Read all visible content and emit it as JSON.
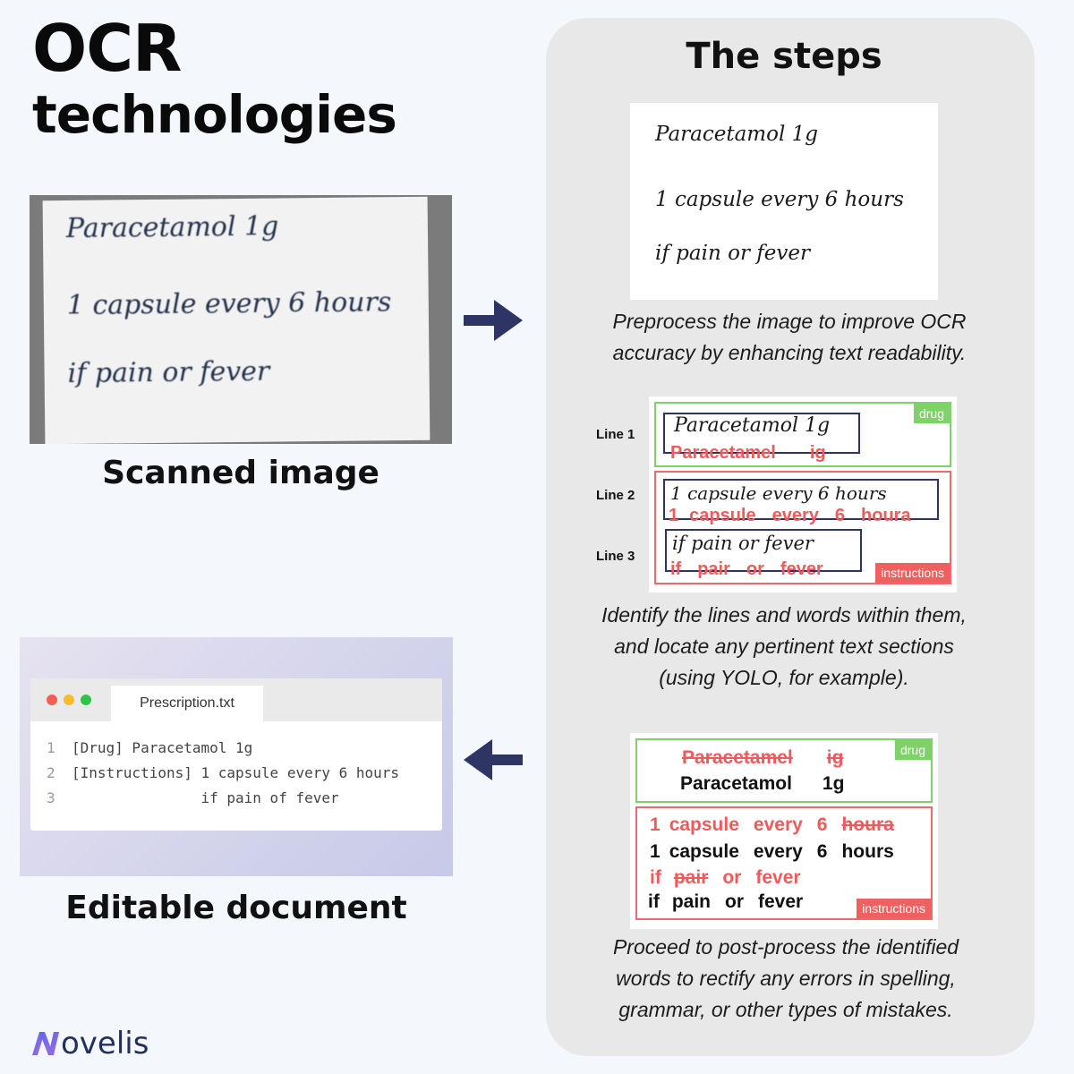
{
  "title": {
    "line1": "OCR",
    "line2": "technologies"
  },
  "scanned": {
    "caption": "Scanned image",
    "lines": [
      "Paracetamol 1g",
      "1 capsule every 6 hours",
      "if pain or fever"
    ]
  },
  "document": {
    "caption": "Editable document",
    "tab": "Prescription.txt",
    "code": [
      {
        "num": "1",
        "text": "[Drug] Paracetamol 1g"
      },
      {
        "num": "2",
        "text": "[Instructions] 1 capsule every 6 hours"
      },
      {
        "num": "3",
        "text": "               if pain of fever"
      }
    ],
    "window_dots": [
      "#f25f57",
      "#f6bd2f",
      "#2ec44a"
    ]
  },
  "steps": {
    "title": "The steps",
    "step1": {
      "lines": [
        "Paracetamol 1g",
        "1 capsule every 6 hours",
        "if pain or fever"
      ],
      "description": "Preprocess the image to improve OCR accuracy by enhancing text readability."
    },
    "step2": {
      "labels": [
        "Line 1",
        "Line 2",
        "Line 3"
      ],
      "hand": [
        "Paracetamol 1g",
        "1 capsule every 6 hours",
        "if pain or fever"
      ],
      "detected": [
        [
          "Paracetamel",
          "ig"
        ],
        [
          "1",
          "capsule",
          "every",
          "6",
          "houra"
        ],
        [
          "if",
          "pair",
          "or",
          "fever"
        ]
      ],
      "tag_drug": "drug",
      "tag_instructions": "instructions",
      "description": "Identify the lines and words within them, and locate any pertinent text sections (using YOLO, for example)."
    },
    "step3": {
      "drug_wrong": [
        "Paracetamel",
        "ig"
      ],
      "drug_right": [
        "Paracetamol",
        "1g"
      ],
      "instr_wrong1": [
        "1",
        "capsule",
        "every",
        "6",
        "houra"
      ],
      "instr_right1": [
        "1",
        "capsule",
        "every",
        "6",
        "hours"
      ],
      "instr_wrong2": [
        "if",
        "pair",
        "or",
        "fever"
      ],
      "instr_right2": [
        "if",
        "pain",
        "or",
        "fever"
      ],
      "tag_drug": "drug",
      "tag_instructions": "instructions",
      "description": "Proceed to post-process the identified words to rectify any errors in spelling, grammar, or other types of mistakes."
    }
  },
  "logo": {
    "text": "ovelis"
  },
  "colors": {
    "green": "#7fd16a",
    "red": "#f05a5a",
    "navy": "#2e3564",
    "panel": "#e8e8e8"
  }
}
